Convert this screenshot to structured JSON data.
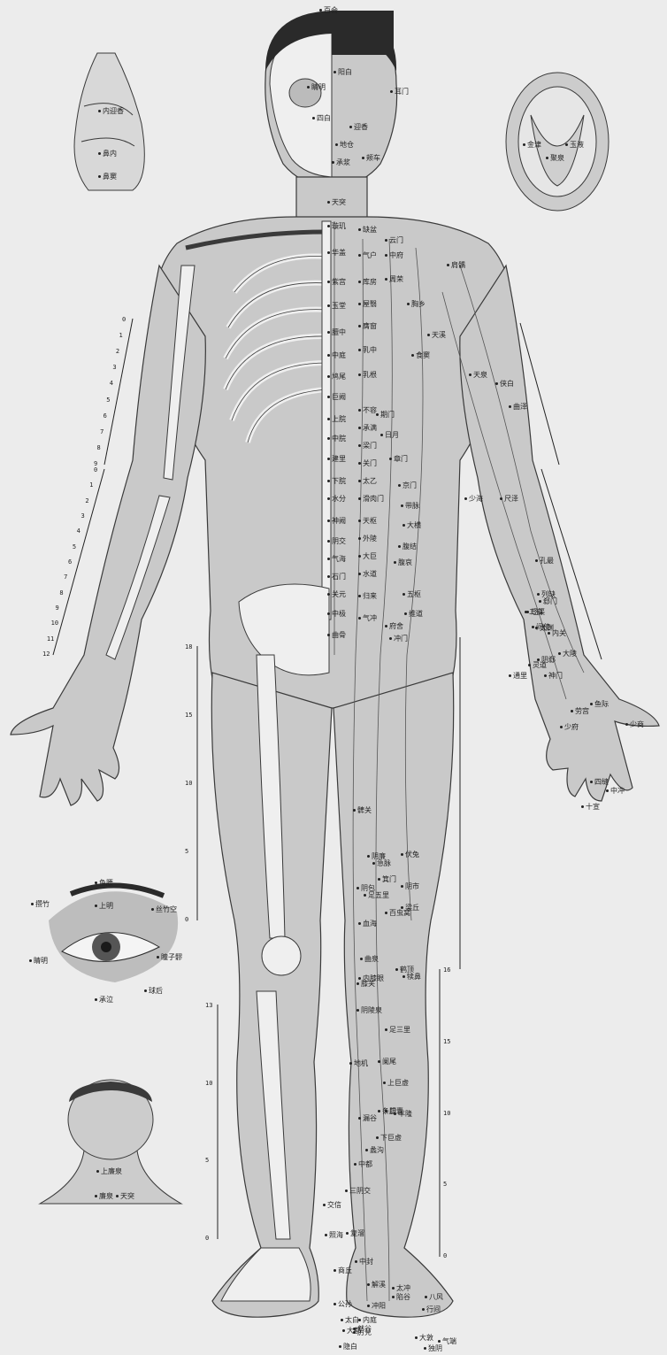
{
  "colors": {
    "background": "#ececec",
    "skin": "#c9c9c9",
    "bone": "#efefef",
    "outline": "#3a3a3a",
    "hair": "#2a2a2a",
    "meridian": "#555555"
  },
  "head_labels": [
    {
      "text": "百会"
    },
    {
      "text": "阳白"
    },
    {
      "text": "睛明"
    },
    {
      "text": "四白"
    },
    {
      "text": "迎香"
    },
    {
      "text": "地仓"
    },
    {
      "text": "承浆"
    },
    {
      "text": "颊车"
    },
    {
      "text": "耳门"
    }
  ],
  "nose_labels": [
    {
      "text": "内迎香"
    },
    {
      "text": "鼻内"
    },
    {
      "text": "鼻窦"
    }
  ],
  "mouth_labels": [
    {
      "text": "金津"
    },
    {
      "text": "玉液"
    },
    {
      "text": "聚泉"
    }
  ],
  "eye_labels": [
    {
      "text": "鱼腰"
    },
    {
      "text": "攒竹"
    },
    {
      "text": "上明"
    },
    {
      "text": "丝竹空"
    },
    {
      "text": "睛明"
    },
    {
      "text": "瞳子髎"
    },
    {
      "text": "承泣"
    },
    {
      "text": "球后"
    }
  ],
  "neck_labels": [
    {
      "text": "上廉泉"
    },
    {
      "text": "廉泉"
    },
    {
      "text": "天突"
    }
  ],
  "torso_labels": [
    {
      "text": "天突"
    },
    {
      "text": "璇玑"
    },
    {
      "text": "华盖"
    },
    {
      "text": "紫宫"
    },
    {
      "text": "玉堂"
    },
    {
      "text": "膻中"
    },
    {
      "text": "中庭"
    },
    {
      "text": "鸠尾"
    },
    {
      "text": "巨阙"
    },
    {
      "text": "上脘"
    },
    {
      "text": "中脘"
    },
    {
      "text": "建里"
    },
    {
      "text": "下脘"
    },
    {
      "text": "水分"
    },
    {
      "text": "神阙"
    },
    {
      "text": "阴交"
    },
    {
      "text": "气海"
    },
    {
      "text": "石门"
    },
    {
      "text": "关元"
    },
    {
      "text": "中极"
    },
    {
      "text": "曲骨"
    },
    {
      "text": "缺盆"
    },
    {
      "text": "气户"
    },
    {
      "text": "库房"
    },
    {
      "text": "屋翳"
    },
    {
      "text": "膺窗"
    },
    {
      "text": "乳中"
    },
    {
      "text": "乳根"
    },
    {
      "text": "不容"
    },
    {
      "text": "承满"
    },
    {
      "text": "梁门"
    },
    {
      "text": "关门"
    },
    {
      "text": "太乙"
    },
    {
      "text": "滑肉门"
    },
    {
      "text": "天枢"
    },
    {
      "text": "外陵"
    },
    {
      "text": "大巨"
    },
    {
      "text": "水道"
    },
    {
      "text": "归来"
    },
    {
      "text": "气冲"
    },
    {
      "text": "云门"
    },
    {
      "text": "中府"
    },
    {
      "text": "周荣"
    },
    {
      "text": "胸乡"
    },
    {
      "text": "天溪"
    },
    {
      "text": "食窦"
    },
    {
      "text": "期门"
    },
    {
      "text": "日月"
    },
    {
      "text": "章门"
    },
    {
      "text": "京门"
    },
    {
      "text": "带脉"
    },
    {
      "text": "五枢"
    },
    {
      "text": "维道"
    },
    {
      "text": "府舍"
    },
    {
      "text": "冲门"
    },
    {
      "text": "大横"
    },
    {
      "text": "腹结"
    },
    {
      "text": "腹哀"
    },
    {
      "text": "肩髃"
    },
    {
      "text": "天泉"
    }
  ],
  "arm_labels": [
    {
      "text": "侠白"
    },
    {
      "text": "尺泽"
    },
    {
      "text": "孔最"
    },
    {
      "text": "列缺"
    },
    {
      "text": "经渠"
    },
    {
      "text": "太渊"
    },
    {
      "text": "鱼际"
    },
    {
      "text": "少商"
    },
    {
      "text": "曲泽"
    },
    {
      "text": "郄门"
    },
    {
      "text": "间使"
    },
    {
      "text": "内关"
    },
    {
      "text": "大陵"
    },
    {
      "text": "劳宫"
    },
    {
      "text": "中冲"
    },
    {
      "text": "少海"
    },
    {
      "text": "灵道"
    },
    {
      "text": "通里"
    },
    {
      "text": "阴郄"
    },
    {
      "text": "神门"
    },
    {
      "text": "少府"
    },
    {
      "text": "二白"
    },
    {
      "text": "十宣"
    },
    {
      "text": "四缝"
    }
  ],
  "leg_labels": [
    {
      "text": "髀关"
    },
    {
      "text": "伏兔"
    },
    {
      "text": "阴市"
    },
    {
      "text": "梁丘"
    },
    {
      "text": "犊鼻"
    },
    {
      "text": "足三里"
    },
    {
      "text": "上巨虚"
    },
    {
      "text": "条口"
    },
    {
      "text": "下巨虚"
    },
    {
      "text": "丰隆"
    },
    {
      "text": "解溪"
    },
    {
      "text": "冲阳"
    },
    {
      "text": "陷谷"
    },
    {
      "text": "内庭"
    },
    {
      "text": "厉兑"
    },
    {
      "text": "箕门"
    },
    {
      "text": "血海"
    },
    {
      "text": "阴陵泉"
    },
    {
      "text": "地机"
    },
    {
      "text": "漏谷"
    },
    {
      "text": "三阴交"
    },
    {
      "text": "商丘"
    },
    {
      "text": "公孙"
    },
    {
      "text": "太白"
    },
    {
      "text": "大都"
    },
    {
      "text": "隐白"
    },
    {
      "text": "阴廉"
    },
    {
      "text": "足五里"
    },
    {
      "text": "急脉"
    },
    {
      "text": "阴包"
    },
    {
      "text": "曲泉"
    },
    {
      "text": "膝关"
    },
    {
      "text": "中都"
    },
    {
      "text": "蠡沟"
    },
    {
      "text": "中封"
    },
    {
      "text": "太冲"
    },
    {
      "text": "行间"
    },
    {
      "text": "大敦"
    },
    {
      "text": "鹤顶"
    },
    {
      "text": "内膝眼"
    },
    {
      "text": "阑尾"
    },
    {
      "text": "胆囊"
    },
    {
      "text": "百虫窝"
    },
    {
      "text": "交信"
    },
    {
      "text": "复溜"
    },
    {
      "text": "照海"
    },
    {
      "text": "然谷"
    },
    {
      "text": "八风"
    },
    {
      "text": "气端"
    },
    {
      "text": "独阴"
    }
  ],
  "rulers": {
    "upper_arm": [
      "0",
      "1",
      "2",
      "3",
      "4",
      "5",
      "6",
      "7",
      "8",
      "9"
    ],
    "forearm": [
      "0",
      "1",
      "2",
      "3",
      "4",
      "5",
      "6",
      "7",
      "8",
      "9",
      "10",
      "11",
      "12"
    ],
    "thigh": [
      "0",
      "5",
      "10",
      "15",
      "18"
    ],
    "shank": [
      "0",
      "5",
      "10",
      "13"
    ],
    "shank_right": [
      "0",
      "5",
      "10",
      "15",
      "16"
    ]
  }
}
